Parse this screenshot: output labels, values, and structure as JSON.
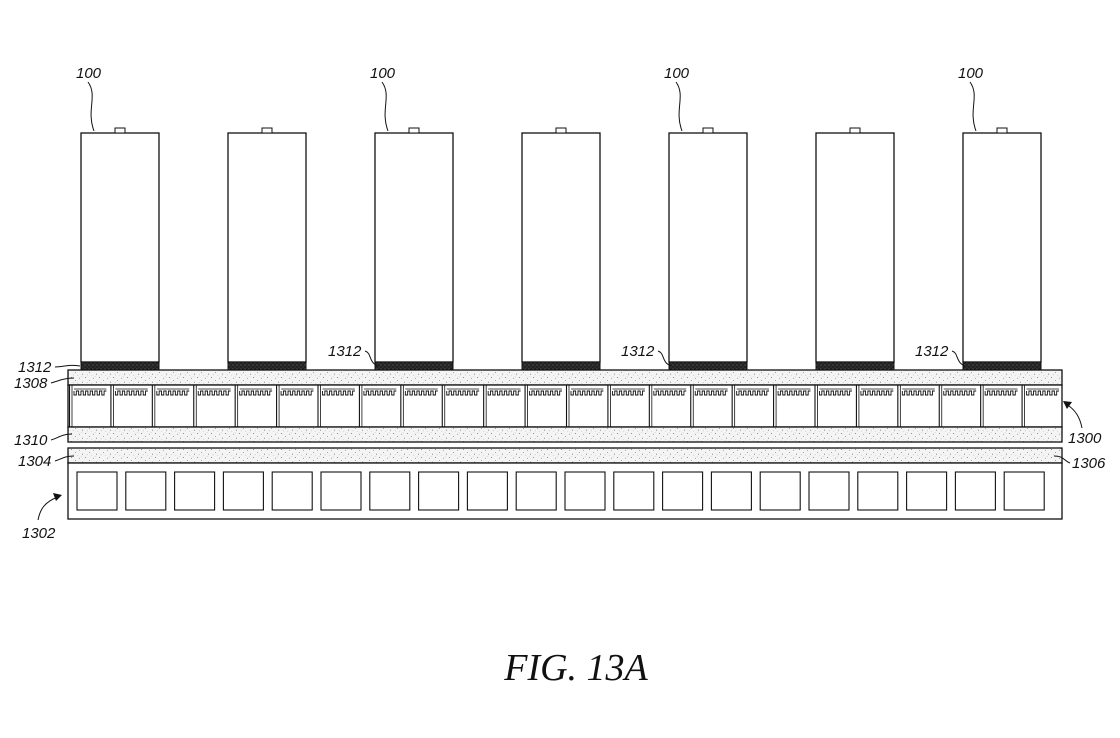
{
  "figure": {
    "caption": "FIG. 13A",
    "labels": {
      "cell": "100",
      "pad": "1312",
      "top_layer": "1308",
      "assembly": "1300",
      "mid_layer": "1310",
      "lower_layer": "1304",
      "lower_layer_right": "1306",
      "base": "1302"
    },
    "cell_count": 7,
    "labeled_cells": 4,
    "fin_count": 24,
    "channel_count": 20
  }
}
